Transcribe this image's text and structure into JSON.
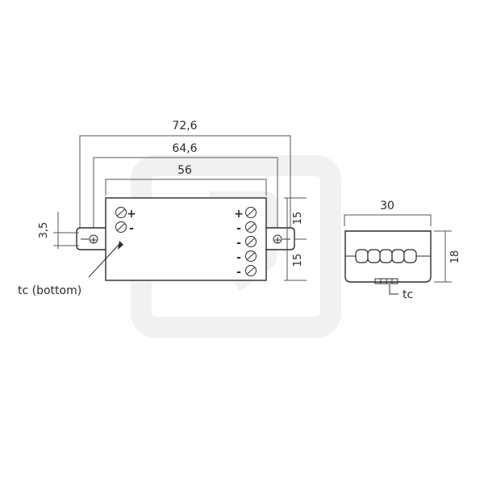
{
  "dimensions": {
    "overall_length": "72,6",
    "mounting_distance": "64,6",
    "body_length": "56",
    "tab_height": "3,5",
    "right_upper": "15",
    "right_lower": "15",
    "side_width": "30",
    "side_height": "18"
  },
  "labels": {
    "tc_bottom": "tc (bottom)",
    "tc_side": "tc"
  },
  "terminal_markings_left": [
    "+",
    "-"
  ],
  "terminal_markings_right": [
    "+",
    "-",
    "-",
    "-",
    "-"
  ],
  "mounting_markings": [
    "+",
    "+"
  ],
  "colors": {
    "line": "#2b2b2b",
    "watermark": "#f0f0f0"
  }
}
